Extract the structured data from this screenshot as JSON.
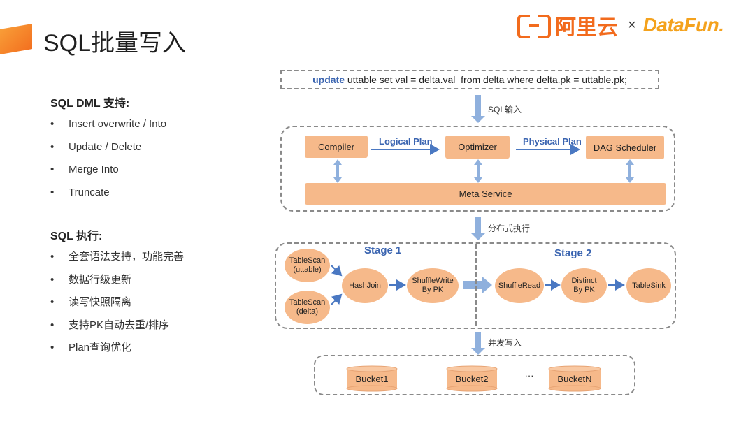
{
  "page": {
    "title": "SQL批量写入"
  },
  "logo": {
    "brand1": "阿里云",
    "separator": "×",
    "brand2": "DataFun."
  },
  "left": {
    "dml_heading": "SQL DML 支持:",
    "dml_items": [
      "Insert overwrite / Into",
      "Update / Delete",
      "Merge Into",
      "Truncate"
    ],
    "exec_heading": "SQL 执行:",
    "exec_items": [
      "全套语法支持，功能完善",
      "数据行级更新",
      "读写快照隔离",
      "支持PK自动去重/排序",
      "Plan查询优化"
    ]
  },
  "diagram": {
    "sql": {
      "keyword": "update",
      "text": " uttable set val = delta.val  from delta where delta.pk = uttable.pk;"
    },
    "arrow_sql_input": "SQL输入",
    "compile": {
      "compiler": "Compiler",
      "logical_plan": "Logical Plan",
      "optimizer": "Optimizer",
      "physical_plan": "Physical Plan",
      "dag_scheduler": "DAG Scheduler",
      "meta_service": "Meta Service"
    },
    "arrow_distributed": "分布式执行",
    "stage1": {
      "label": "Stage 1",
      "tablescan_uttable": [
        "TableScan",
        "(uttable)"
      ],
      "tablescan_delta": [
        "TableScan",
        "(delta)"
      ],
      "hashjoin": "HashJoin",
      "shufflewrite": [
        "ShuffleWrite",
        "By PK"
      ]
    },
    "stage2": {
      "label": "Stage 2",
      "shuffleread": "ShuffleRead",
      "distinct": [
        "Distinct",
        "By PK"
      ],
      "tablesink": "TableSink"
    },
    "arrow_concurrent": "并发写入",
    "buckets": {
      "b1": "Bucket1",
      "b2": "Bucket2",
      "ellipsis": "···",
      "bn": "BucketN"
    },
    "colors": {
      "node": "#f6b98a",
      "arrow": "#8fb0dd",
      "accent": "#3a64b0",
      "border": "#8a8a8a"
    }
  }
}
